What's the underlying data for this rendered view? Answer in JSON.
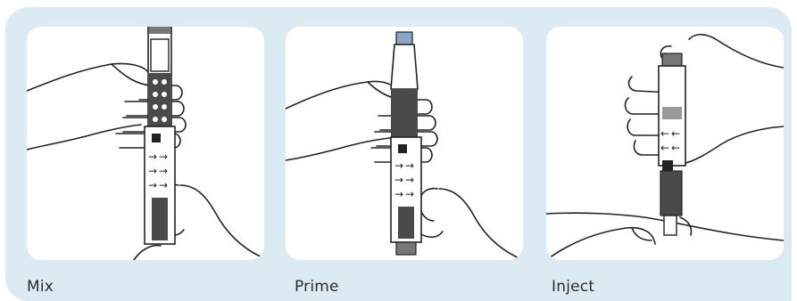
{
  "steps": [
    {
      "label": "Mix",
      "illustration": "pen-mix-illustration"
    },
    {
      "label": "Prime",
      "illustration": "pen-prime-illustration"
    },
    {
      "label": "Inject",
      "illustration": "pen-inject-illustration"
    }
  ],
  "colors": {
    "panel_background": "#dcebf3",
    "card_background": "#ffffff",
    "line_art": "#222222",
    "pen_dark": "#4a4a4a",
    "pen_mid": "#9a9a9a",
    "cap_blue": "#8aa6c4"
  }
}
